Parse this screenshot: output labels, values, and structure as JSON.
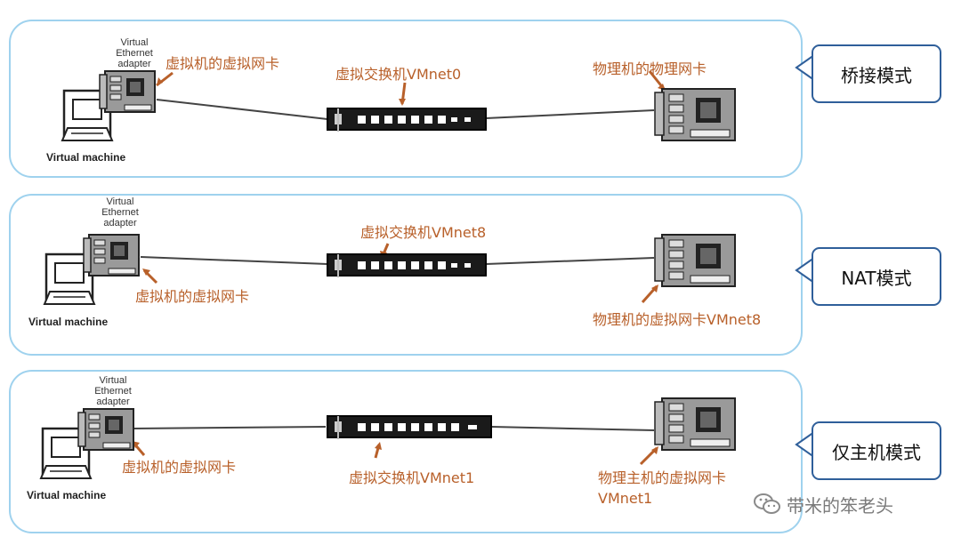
{
  "rows": [
    {
      "mode_label": "桥接模式",
      "adapter_caption": [
        "Virtual",
        "Ethernet",
        "adapter"
      ],
      "vm_label": "Virtual machine",
      "vnic_label": "虚拟机的虚拟网卡",
      "switch_label": "虚拟交换机VMnet0",
      "host_nic_label": [
        "物理机的物理网卡"
      ]
    },
    {
      "mode_label": "NAT模式",
      "adapter_caption": [
        "Virtual",
        "Ethernet",
        "adapter"
      ],
      "vm_label": "Virtual machine",
      "vnic_label": "虚拟机的虚拟网卡",
      "switch_label": "虚拟交换机VMnet8",
      "host_nic_label": [
        "物理机的虚拟网卡VMnet8"
      ]
    },
    {
      "mode_label": "仅主机模式",
      "adapter_caption": [
        "Virtual",
        "Ethernet",
        "adapter"
      ],
      "vm_label": "Virtual machine",
      "vnic_label": "虚拟机的虚拟网卡",
      "switch_label": "虚拟交换机VMnet1",
      "host_nic_label": [
        "物理主机的虚拟网卡",
        "VMnet1"
      ]
    }
  ],
  "watermark": "带米的笨老头",
  "colors": {
    "panel_border": "#9fd2ee",
    "mode_border": "#2f5f9a",
    "label_orange": "#b8602a",
    "line": "#444444"
  },
  "icons": [
    "monitor-icon",
    "network-card-icon",
    "network-switch-icon",
    "wechat-icon"
  ]
}
